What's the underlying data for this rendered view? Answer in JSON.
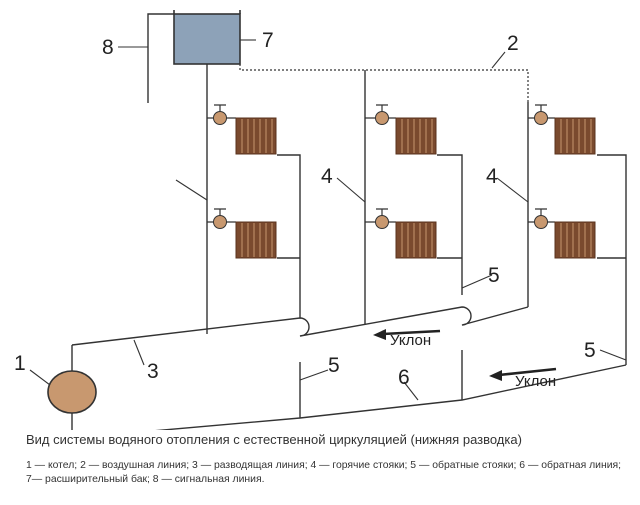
{
  "labels": {
    "n1": "1",
    "n2": "2",
    "n3": "3",
    "n4a": "4",
    "n4b": "4",
    "n5a": "5",
    "n5b": "5",
    "n5c": "5",
    "n6": "6",
    "n7": "7",
    "n8": "8"
  },
  "slope": {
    "a": "Уклон",
    "b": "Уклон"
  },
  "caption": "Вид системы водяного отопления с естественной циркуляцией (нижняя разводка)",
  "legend": {
    "line1": "1 — котел; 2 — воздушная линия; 3 — разводящая линия; 4 — горячие стояки; 5 — обратные стояки; 6 — обратная линия;",
    "line2": "7— расширительный бак; 8 — сигнальная линия."
  },
  "colors": {
    "pipe": "#333333",
    "boiler": "#c8986f",
    "tank": "#8da2b8",
    "radiator": "#7a4a2e",
    "valve": "#c8986f"
  }
}
